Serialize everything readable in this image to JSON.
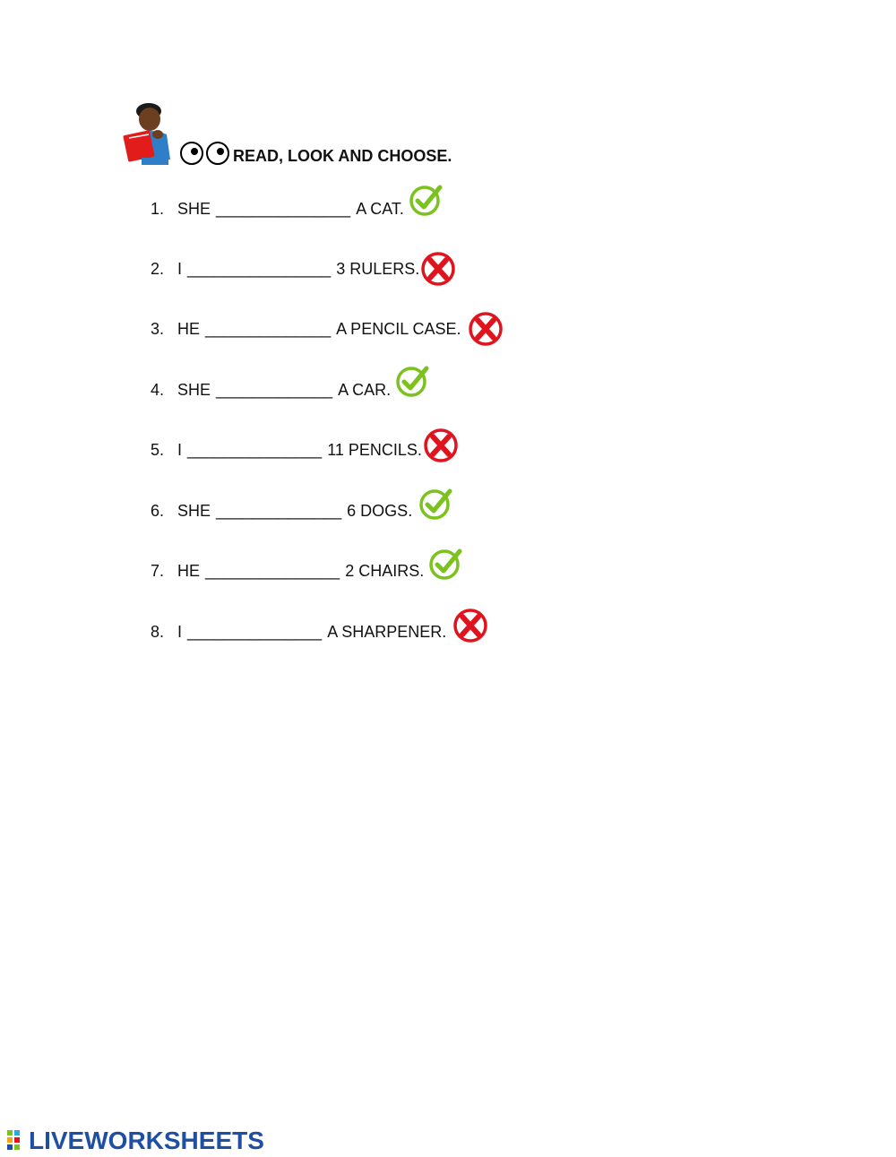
{
  "header": {
    "title": "READ, LOOK AND CHOOSE."
  },
  "items": [
    {
      "number": "1.",
      "subject": "SHE",
      "blank": "_______________",
      "object": "A CAT.",
      "mark": "check"
    },
    {
      "number": "2.",
      "subject": "I",
      "blank": "________________",
      "object": "3 RULERS.",
      "mark": "cross"
    },
    {
      "number": "3.",
      "subject": "HE",
      "blank": "______________",
      "object": "A PENCIL CASE.",
      "mark": "cross"
    },
    {
      "number": "4.",
      "subject": "SHE",
      "blank": "_____________",
      "object": "A CAR.",
      "mark": "check"
    },
    {
      "number": "5.",
      "subject": "I",
      "blank": "_______________",
      "object": "11 PENCILS.",
      "mark": "cross"
    },
    {
      "number": "6.",
      "subject": "SHE",
      "blank": "______________",
      "object": "6 DOGS.",
      "mark": "check"
    },
    {
      "number": "7.",
      "subject": "HE",
      "blank": "_______________",
      "object": "2 CHAIRS.",
      "mark": "check"
    },
    {
      "number": "8.",
      "subject": "I",
      "blank": "_______________",
      "object": "A SHARPENER.",
      "mark": "cross"
    }
  ],
  "icons": {
    "check": "check-circle-icon",
    "cross": "cross-circle-icon"
  },
  "colors": {
    "check": "#7cc21e",
    "cross": "#e0141e",
    "brand": "#1e4fa3"
  },
  "footer": {
    "brand": "LIVEWORKSHEETS"
  }
}
